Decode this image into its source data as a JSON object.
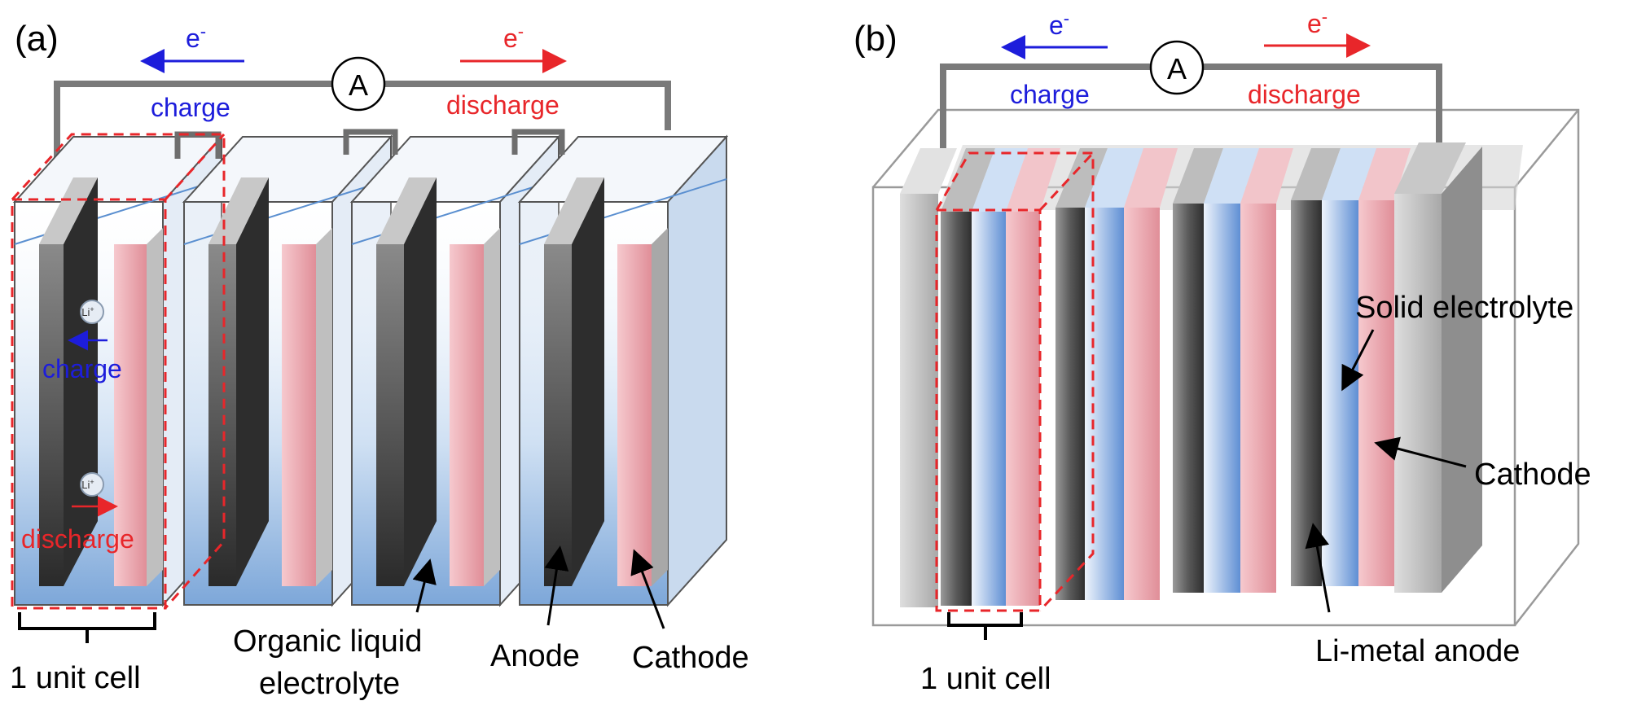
{
  "colors": {
    "charge": "#1d1ddb",
    "discharge": "#e8262a",
    "wire": "#7a7a7a",
    "box": "#555555",
    "anode": "#3f3f3f",
    "cathode": "#e9a3ab",
    "electrolyte_liquid": "#9fc0e4",
    "electrolyte_solid": "#6f9ad6",
    "unit_cell_outline": "#e8262a"
  },
  "panel_a": {
    "label": "(a)",
    "electron_left": "e",
    "electron_right": "e",
    "electron_sup": "-",
    "meter": "A",
    "charge": "charge",
    "discharge": "discharge",
    "li_ion": "Li",
    "li_sup": "+",
    "ion_charge": "charge",
    "ion_discharge": "discharge",
    "unit_cell": "1 unit cell",
    "organic_line1": "Organic liquid",
    "organic_line2": "electrolyte",
    "anode": "Anode",
    "cathode": "Cathode"
  },
  "panel_b": {
    "label": "(b)",
    "electron_left": "e",
    "electron_right": "e",
    "electron_sup": "-",
    "meter": "A",
    "charge": "charge",
    "discharge": "discharge",
    "solid_electrolyte": "Solid electrolyte",
    "cathode": "Cathode",
    "li_metal_anode": "Li-metal anode",
    "unit_cell": "1 unit cell"
  }
}
